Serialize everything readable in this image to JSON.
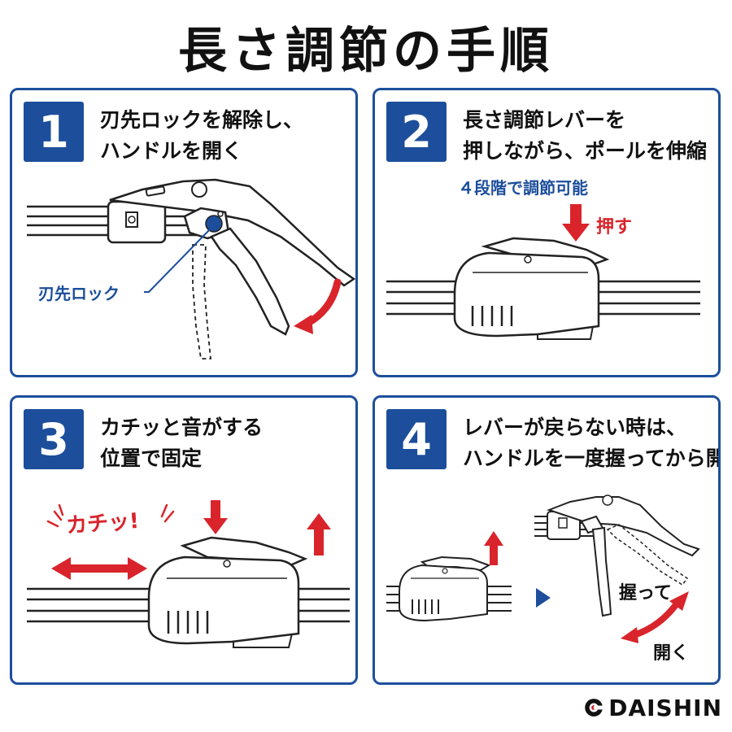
{
  "title": "長さ調節の手順",
  "colors": {
    "brand_blue": "#1c4e9b",
    "accent_red": "#d9242b",
    "outline": "#222222"
  },
  "steps": [
    {
      "number": "1",
      "lines": [
        "刃先ロックを解除し、",
        "ハンドルを開く"
      ],
      "labels": {
        "lock": "刃先ロック"
      }
    },
    {
      "number": "2",
      "lines": [
        "長さ調節レバーを",
        "押しながら、ポールを伸縮"
      ],
      "labels": {
        "sub": "４段階で調節可能",
        "push": "押す"
      }
    },
    {
      "number": "3",
      "lines": [
        "カチッと音がする",
        "位置で固定"
      ],
      "labels": {
        "click": "カチッ!"
      }
    },
    {
      "number": "4",
      "lines": [
        "レバーが戻らない時は、",
        "ハンドルを一度握ってから開く"
      ],
      "labels": {
        "grip": "握って",
        "open": "開く"
      }
    }
  ],
  "logo": {
    "text": "DAISHIN",
    "icon": "daishin-logo-icon"
  }
}
